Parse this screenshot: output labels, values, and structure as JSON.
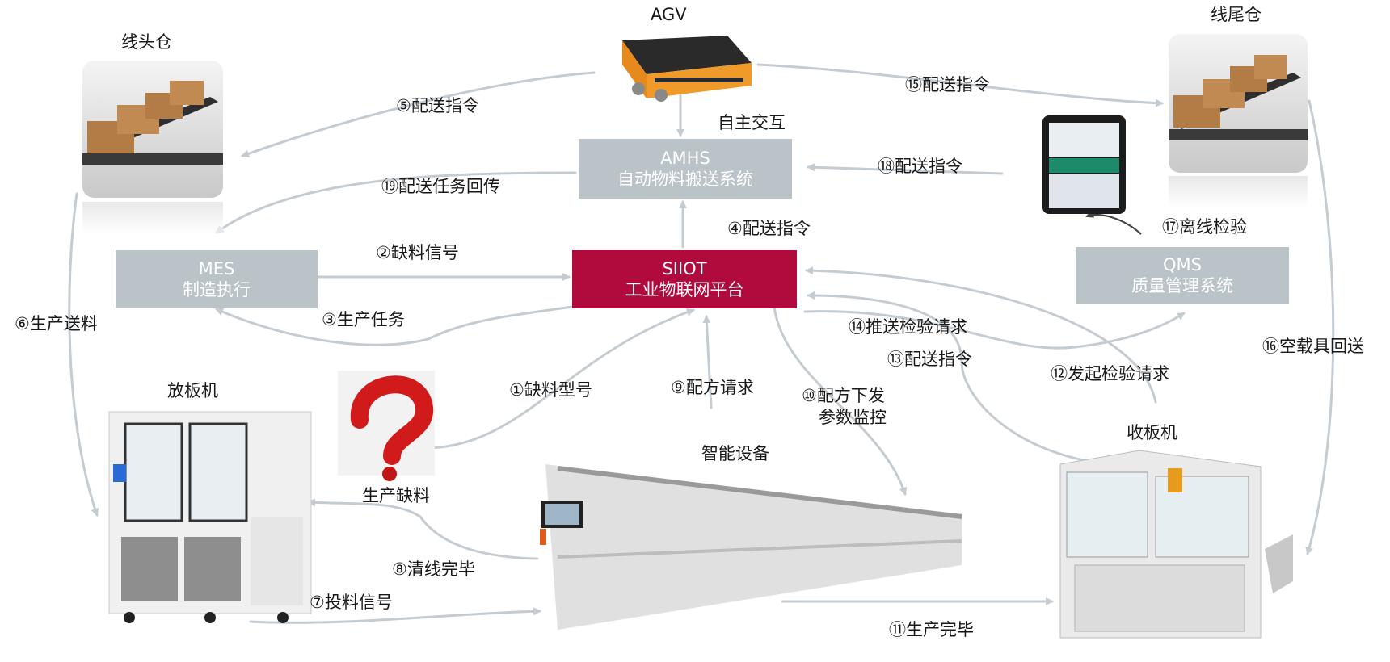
{
  "nodes": {
    "agv": "AGV",
    "line_head": "线头仓",
    "line_tail": "线尾仓",
    "autonomous": "自主交互",
    "loader": "放板机",
    "smart_device": "智能设备",
    "unloader": "收板机",
    "shortage": "生产缺料"
  },
  "systems": {
    "amhs": {
      "name": "AMHS",
      "desc": "自动物料搬送系统"
    },
    "mes": {
      "name": "MES",
      "desc": "制造执行"
    },
    "siiot": {
      "name": "SIIOT",
      "desc": "工业物联网平台"
    },
    "qms": {
      "name": "QMS",
      "desc": "质量管理系统"
    }
  },
  "flows": {
    "f1": "①缺料型号",
    "f2": "②缺料信号",
    "f3": "③生产任务",
    "f4": "④配送指令",
    "f5": "⑤配送指令",
    "f6": "⑥生产送料",
    "f7": "⑦投料信号",
    "f8": "⑧清线完毕",
    "f9": "⑨配方请求",
    "f10a": "⑩配方下发",
    "f10b": "参数监控",
    "f11": "⑪生产完毕",
    "f12": "⑫发起检验请求",
    "f13": "⑬配送指令",
    "f14": "⑭推送检验请求",
    "f15": "⑮配送指令",
    "f16": "⑯空载具回送",
    "f17": "⑰离线检验",
    "f18": "⑱配送指令",
    "f19": "⑲配送任务回传"
  },
  "colors": {
    "accent_red": "#b10b3e",
    "box_gray": "#b9c3c8",
    "arrow": "#c4ccd2"
  }
}
